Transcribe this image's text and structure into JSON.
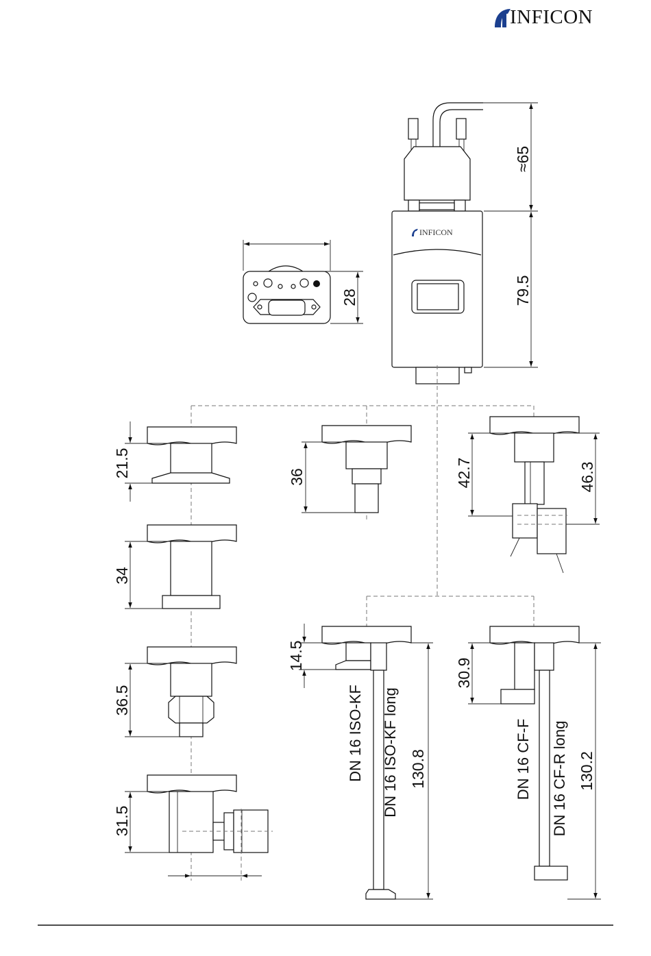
{
  "header": {
    "brand": "INFICON",
    "accent_color": "#1b3f8f"
  },
  "gauge": {
    "brand_label": "INFICON",
    "dims": {
      "cable": "≈65",
      "body": "79.5",
      "front_height": "28"
    }
  },
  "flanges": {
    "kf_small": "21.5",
    "cf_small": "34",
    "fitting": "36.5",
    "valve_fitting": "31.5",
    "barb": "36",
    "vcr_a": "42.7",
    "vcr_b": "46.3",
    "iso_kf": "14.5",
    "cf_f": "30.9"
  },
  "long_variants": {
    "iso_kf_label": "DN 16 ISO-KF",
    "iso_kf_long_label": "DN 16 ISO-KF long",
    "iso_kf_long_dim": "130.8",
    "cf_f_label": "DN 16 CF-F",
    "cf_r_long_label": "DN 16 CF-R long",
    "cf_r_long_dim": "130.2"
  }
}
